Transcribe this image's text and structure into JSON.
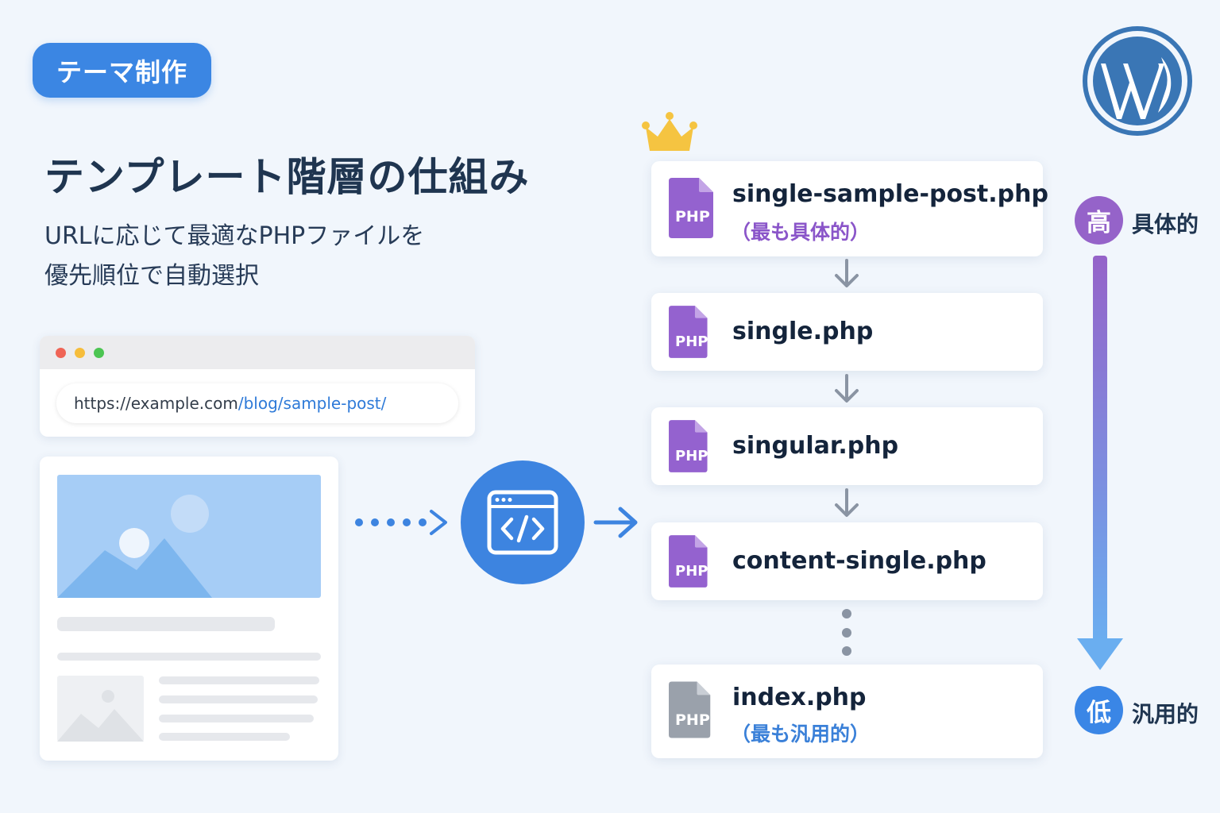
{
  "tag": "テーマ制作",
  "title": "テンプレート階層の仕組み",
  "subtitle_lines": [
    "URLに応じて最適なPHPファイルを",
    "優先順位で自動選択"
  ],
  "browser": {
    "url_host": "https://example.com",
    "url_path": "/blog/sample-post/"
  },
  "php_label": "PHP",
  "files": [
    {
      "name": "single-sample-post.php",
      "note": "（最も具体的）",
      "note_color": "#8a55c9",
      "icon_color": "#9462cf"
    },
    {
      "name": "single.php",
      "icon_color": "#9462cf"
    },
    {
      "name": "singular.php",
      "icon_color": "#9462cf"
    },
    {
      "name": "content-single.php",
      "icon_color": "#9462cf"
    },
    {
      "name": "index.php",
      "note": "（最も汎用的）",
      "note_color": "#3a80d8",
      "icon_color": "#9aa1ab"
    }
  ],
  "scale": {
    "high_badge": "高",
    "high_label": "具体的",
    "low_badge": "低",
    "low_label": "汎用的"
  },
  "colors": {
    "accent_blue": "#3b86e3",
    "accent_purple": "#9462cf",
    "crown": "#f5c441",
    "wordpress": "#3a76b5"
  },
  "icons": [
    "crown-icon",
    "wordpress-logo-icon",
    "code-window-icon",
    "php-file-icon",
    "image-placeholder-icon"
  ]
}
